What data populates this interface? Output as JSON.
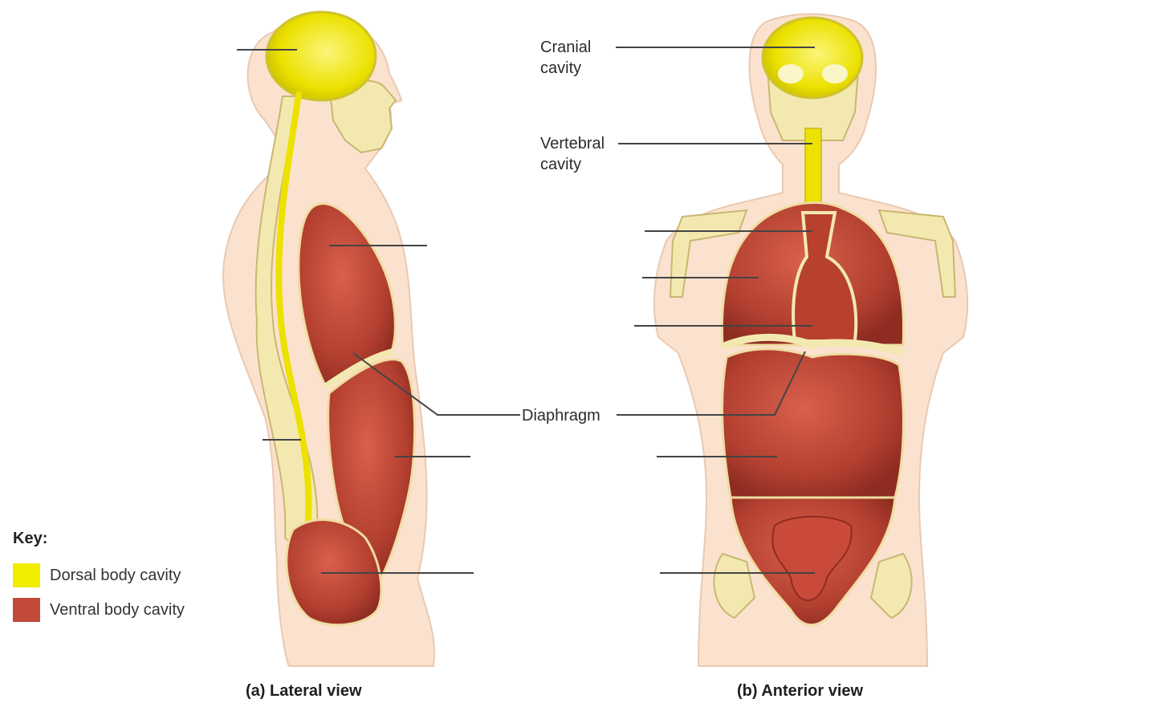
{
  "labels": {
    "cranial_line1": "Cranial",
    "cranial_line2": "cavity",
    "vertebral_line1": "Vertebral",
    "vertebral_line2": "cavity",
    "diaphragm": "Diaphragm"
  },
  "captions": {
    "lateral": "(a)  Lateral view",
    "anterior": "(b)  Anterior view"
  },
  "key": {
    "title": "Key:",
    "items": [
      {
        "label": "Dorsal body cavity",
        "color": "#f2ec00"
      },
      {
        "label": "Ventral body cavity",
        "color": "#c24a3a"
      }
    ]
  },
  "colors": {
    "skin": "#fbe2cf",
    "bone": "#f3e9b0",
    "dorsal": "#f2ec00",
    "ventral": "#c24a3a",
    "leader": "#444444"
  }
}
